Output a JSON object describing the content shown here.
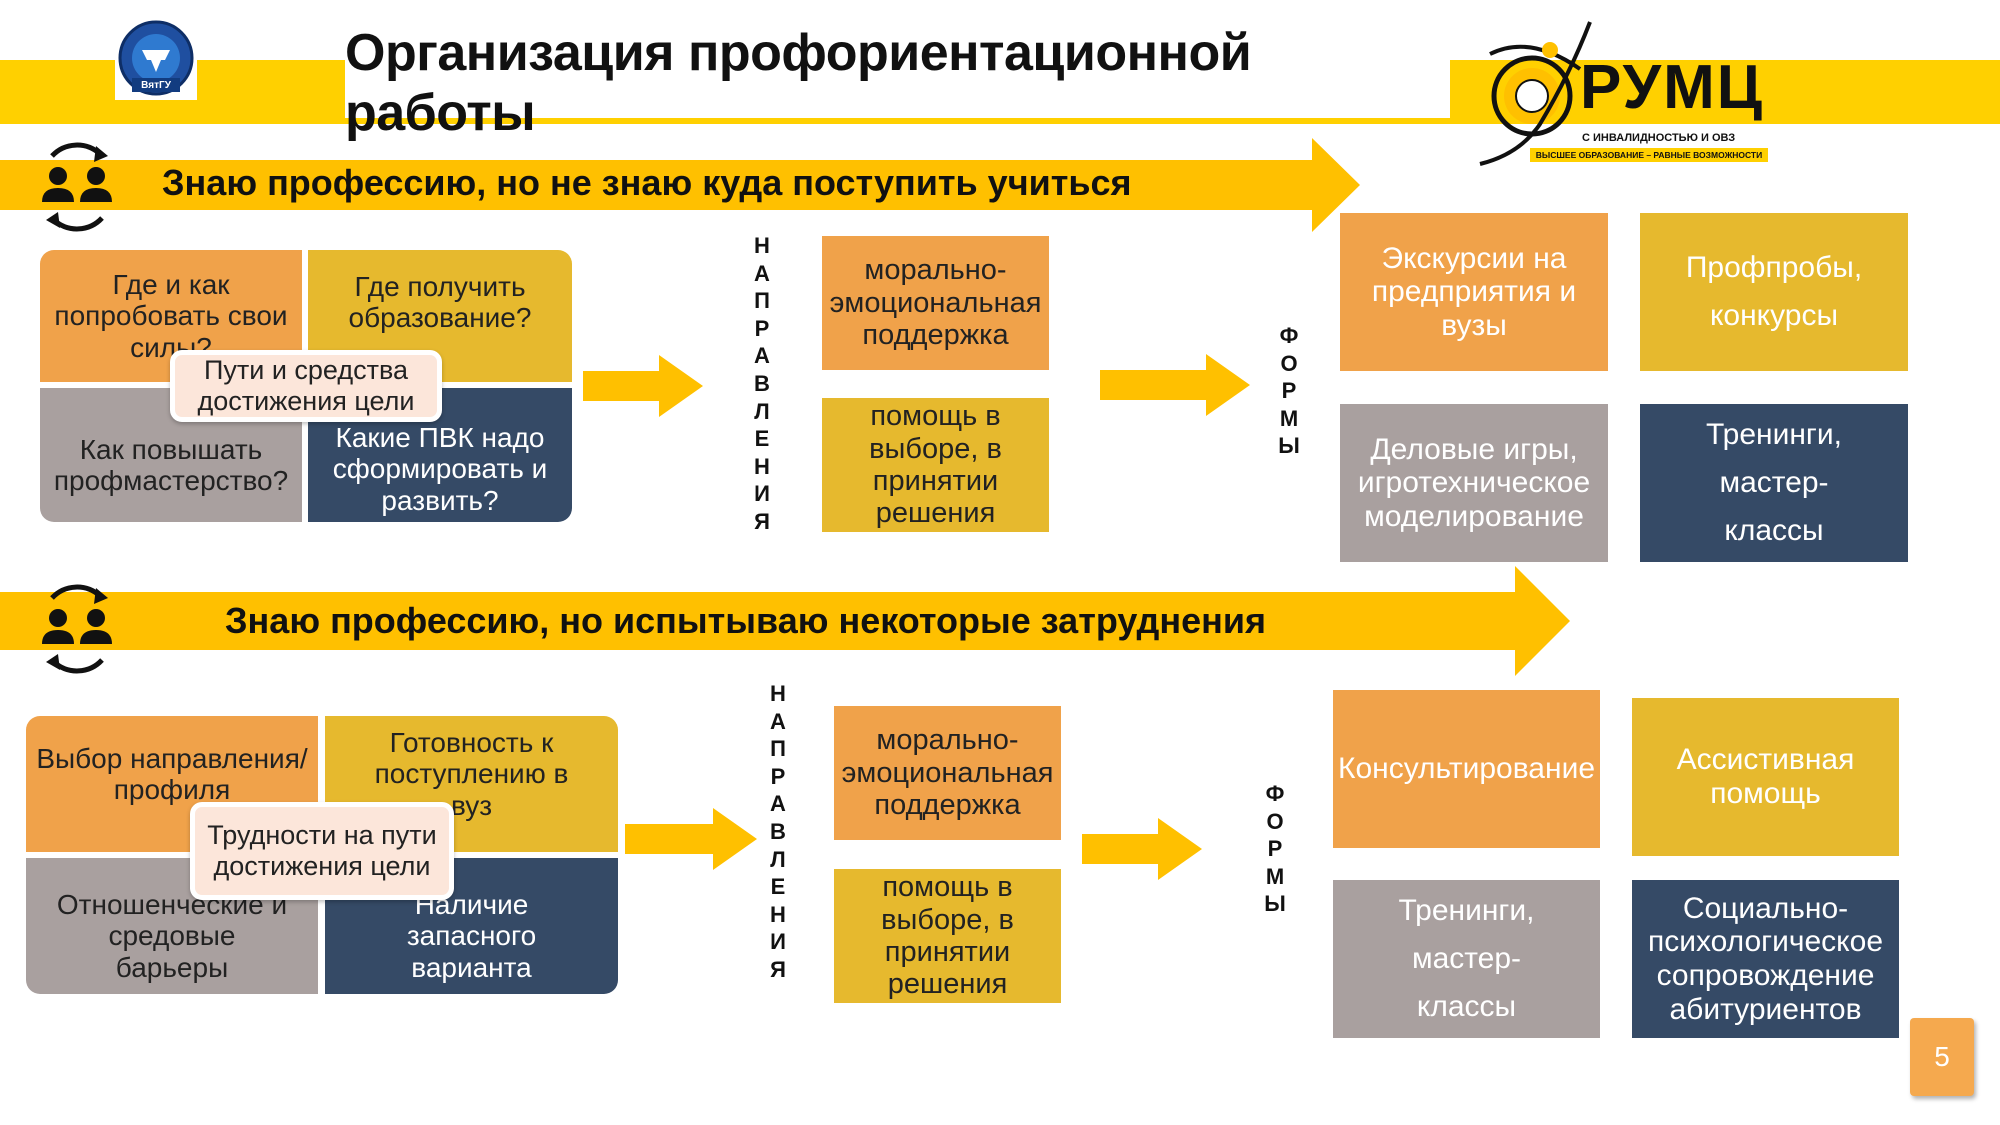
{
  "header": {
    "title": "Организация профориентационной работы",
    "logo_left_text": "ВятГУ",
    "logo_right_title": "РУМЦ",
    "logo_right_sub1": "С ИНВАЛИДНОСТЬЮ И ОВЗ",
    "logo_right_sub2": "ВЫСШЕЕ ОБРАЗОВАНИЕ – РАВНЫЕ ВОЗМОЖНОСТИ"
  },
  "section1": {
    "banner": "Знаю профессию, но не знаю куда поступить учиться",
    "quadrants": {
      "top_left": "Где и как попробовать свои силы?",
      "top_right": "Где получить образование?",
      "bottom_left": "Как повышать профмастерство?",
      "bottom_right": "Какие ПВК надо сформировать и развить?",
      "center": "Пути и средства достижения цели"
    },
    "directions_label": [
      "Н",
      "А",
      "П",
      "Р",
      "А",
      "В",
      "Л",
      "Е",
      "Н",
      "И",
      "Я"
    ],
    "directions": [
      "морально-эмоциональная поддержка",
      "помощь в выборе, в принятии решения"
    ],
    "forms_label": [
      "Ф",
      "О",
      "Р",
      "М",
      "Ы"
    ],
    "forms": [
      "Экскурсии на предприятия и вузы",
      "Профпробы, конкурсы",
      "Деловые игры, игротехническое моделирование",
      "Тренинги, мастер-классы"
    ]
  },
  "section2": {
    "banner": "Знаю профессию, но испытываю некоторые затруднения",
    "quadrants": {
      "top_left": "Выбор направления/профиля",
      "top_right": "Готовность к поступлению в вуз",
      "bottom_left": "Отношенческие и средовые барьеры",
      "bottom_right": "Наличие запасного варианта",
      "center": "Трудности на пути достижения цели"
    },
    "directions_label": [
      "Н",
      "А",
      "П",
      "Р",
      "А",
      "В",
      "Л",
      "Е",
      "Н",
      "И",
      "Я"
    ],
    "directions": [
      "морально-эмоциональная поддержка",
      "помощь в выборе, в принятии решения"
    ],
    "forms_label": [
      "Ф",
      "О",
      "Р",
      "М",
      "Ы"
    ],
    "forms": [
      "Консультирование",
      "Ассистивная помощь",
      "Тренинги, мастер-классы",
      "Социально-психологическое сопровождение абитуриентов"
    ]
  },
  "page_number": "5",
  "colors": {
    "banner_yellow": "#FFC000",
    "orange": "#F0A24A",
    "mustard": "#E6B92E",
    "grey": "#A9A09F",
    "navy": "#354A66"
  }
}
